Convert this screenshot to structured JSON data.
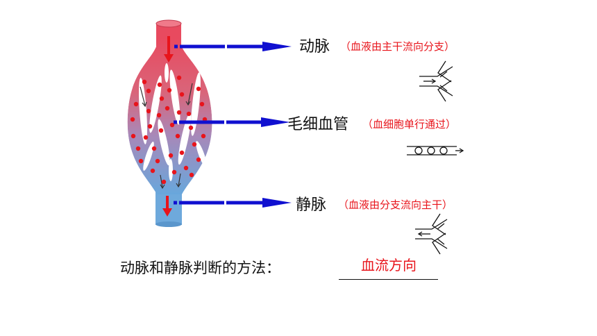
{
  "labels": {
    "artery": {
      "name": "动脉",
      "note": "（血液由主干流向分支）"
    },
    "capillary": {
      "name": "毛细血管",
      "note": "（血细胞单行通过）"
    },
    "vein": {
      "name": "静脉",
      "note": "（血液由分支流向主干）"
    }
  },
  "question": {
    "text": "动脉和静脉判断的方法：",
    "answer": "血流方向"
  },
  "colors": {
    "artery_red": "#e34a5c",
    "vein_blue": "#6fa6d8",
    "blood_cell": "#e8141b",
    "pointer_blue": "#1010d0",
    "note_red": "#e8141b"
  }
}
